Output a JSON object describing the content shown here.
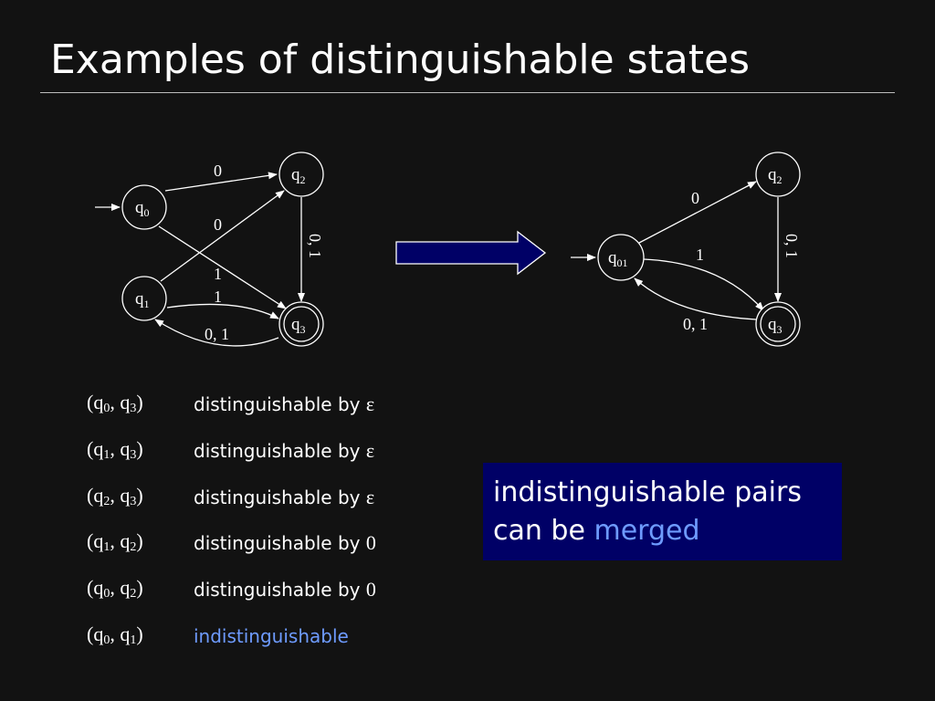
{
  "slide": {
    "title": "Examples of distinguishable states"
  },
  "left_dfa": {
    "states": {
      "q0": {
        "base": "q",
        "sub": "0"
      },
      "q1": {
        "base": "q",
        "sub": "1"
      },
      "q2": {
        "base": "q",
        "sub": "2"
      },
      "q3": {
        "base": "q",
        "sub": "3"
      }
    },
    "edge_labels": {
      "q0_q2": "0",
      "q1_q2": "0",
      "q2_q3": "0, 1",
      "q0_q3": "1",
      "q1_q3": "1",
      "q3_q1": "0, 1"
    }
  },
  "right_dfa": {
    "states": {
      "q01": {
        "base": "q",
        "sub": "01"
      },
      "q2": {
        "base": "q",
        "sub": "2"
      },
      "q3": {
        "base": "q",
        "sub": "3"
      }
    },
    "edge_labels": {
      "q01_q2": "0",
      "q01_q3": "1",
      "q2_q3": "0, 1",
      "q3_q01": "0, 1"
    }
  },
  "pairs": [
    {
      "a": "0",
      "b": "3",
      "text": "distinguishable by ",
      "symbol": "ε"
    },
    {
      "a": "1",
      "b": "3",
      "text": "distinguishable by ",
      "symbol": "ε"
    },
    {
      "a": "2",
      "b": "3",
      "text": "distinguishable by ",
      "symbol": "ε"
    },
    {
      "a": "1",
      "b": "2",
      "text": "distinguishable by ",
      "symbol": "0"
    },
    {
      "a": "0",
      "b": "2",
      "text": "distinguishable by ",
      "symbol": "0"
    },
    {
      "a": "0",
      "b": "1",
      "text": "indistinguishable",
      "symbol": ""
    }
  ],
  "callout": {
    "line1": "indistinguishable pairs",
    "line2_prefix": "can be ",
    "line2_highlight": "merged"
  },
  "colors": {
    "background": "#121212",
    "arrow_fill": "#000066",
    "highlight": "#6e9bff"
  }
}
